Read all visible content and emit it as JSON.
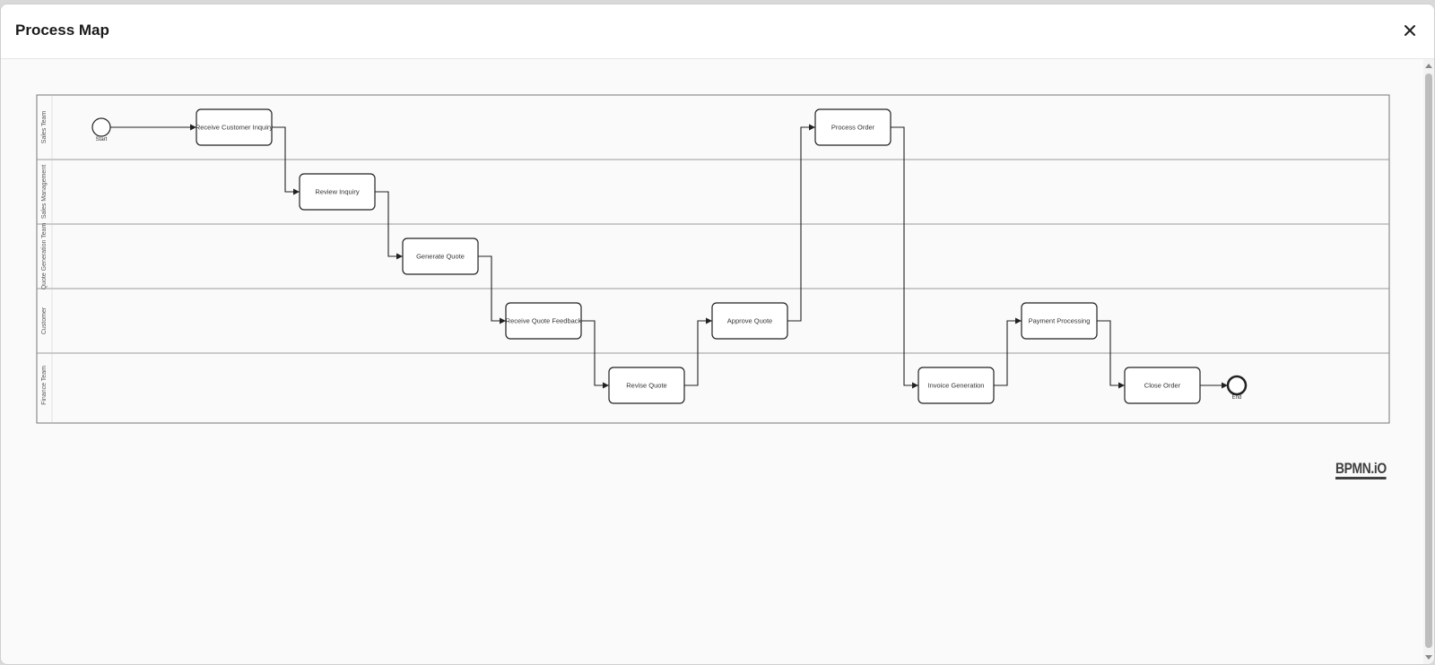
{
  "modal": {
    "title": "Process Map"
  },
  "lanes": [
    {
      "name": "Sales Team"
    },
    {
      "name": "Sales Management"
    },
    {
      "name": "Quote Generation Team"
    },
    {
      "name": "Customer"
    },
    {
      "name": "Finance Team"
    }
  ],
  "events": {
    "start": {
      "label": "Start"
    },
    "end": {
      "label": "End"
    }
  },
  "tasks": [
    {
      "id": "receive-customer-inquiry",
      "label": "Receive Customer Inquiry"
    },
    {
      "id": "review-inquiry",
      "label": "Review Inquiry"
    },
    {
      "id": "generate-quote",
      "label": "Generate Quote"
    },
    {
      "id": "receive-quote-feedback",
      "label": "Receive Quote Feedback"
    },
    {
      "id": "revise-quote",
      "label": "Revise Quote"
    },
    {
      "id": "approve-quote",
      "label": "Approve Quote"
    },
    {
      "id": "process-order",
      "label": "Process Order"
    },
    {
      "id": "invoice-generation",
      "label": "Invoice Generation"
    },
    {
      "id": "payment-processing",
      "label": "Payment Processing"
    },
    {
      "id": "close-order",
      "label": "Close Order"
    }
  ],
  "watermark": {
    "text": "BPMN.iO"
  },
  "icons": {
    "close": "close-icon",
    "scroll_up": "arrow-up-icon",
    "scroll_down": "arrow-down-icon"
  }
}
